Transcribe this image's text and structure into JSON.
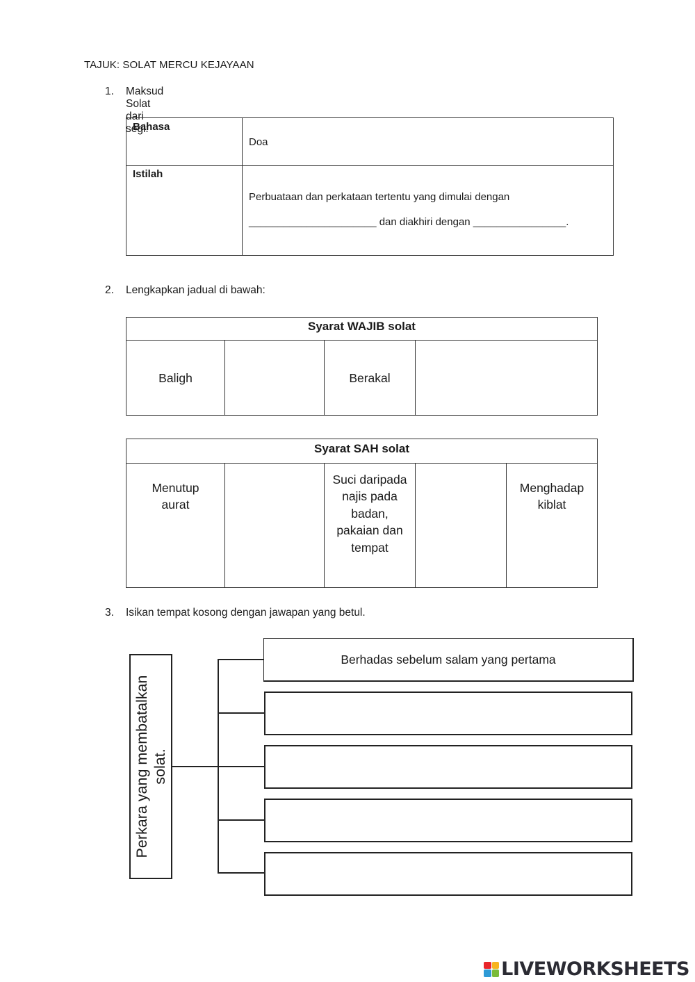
{
  "title": "TAJUK: SOLAT MERCU KEJAYAAN",
  "q1": {
    "num": "1.",
    "text": "Maksud Solat dari segi:",
    "rows": [
      {
        "label": "Bahasa",
        "value": "Doa"
      },
      {
        "label": "Istilah",
        "value_line1": "Perbuataan dan perkataan tertentu yang dimulai dengan",
        "value_line2": "______________________ dan diakhiri dengan ________________."
      }
    ]
  },
  "q2": {
    "num": "2.",
    "text": "Lengkapkan jadual di bawah:",
    "wajib": {
      "heading": "Syarat WAJIB solat",
      "cells": [
        "Baligh",
        "",
        "Berakal",
        ""
      ]
    },
    "sah": {
      "heading": "Syarat SAH solat",
      "cells": [
        "Menutup\naurat",
        "",
        "Suci daripada\nnajis pada\nbadan,\npakaian dan\ntempat",
        "",
        "Menghadap\nkiblat"
      ]
    }
  },
  "q3": {
    "num": "3.",
    "text": "Isikan tempat kosong dengan jawapan yang betul.",
    "root_label": "Perkara yang membatalkan solat.",
    "answers": [
      "Berhadas sebelum salam yang pertama",
      "",
      "",
      "",
      ""
    ]
  },
  "logo": {
    "text": "LIVEWORKSHEETS",
    "colors": [
      "#e8262a",
      "#f7b41e",
      "#2e9ad6",
      "#7bbb3a"
    ]
  }
}
